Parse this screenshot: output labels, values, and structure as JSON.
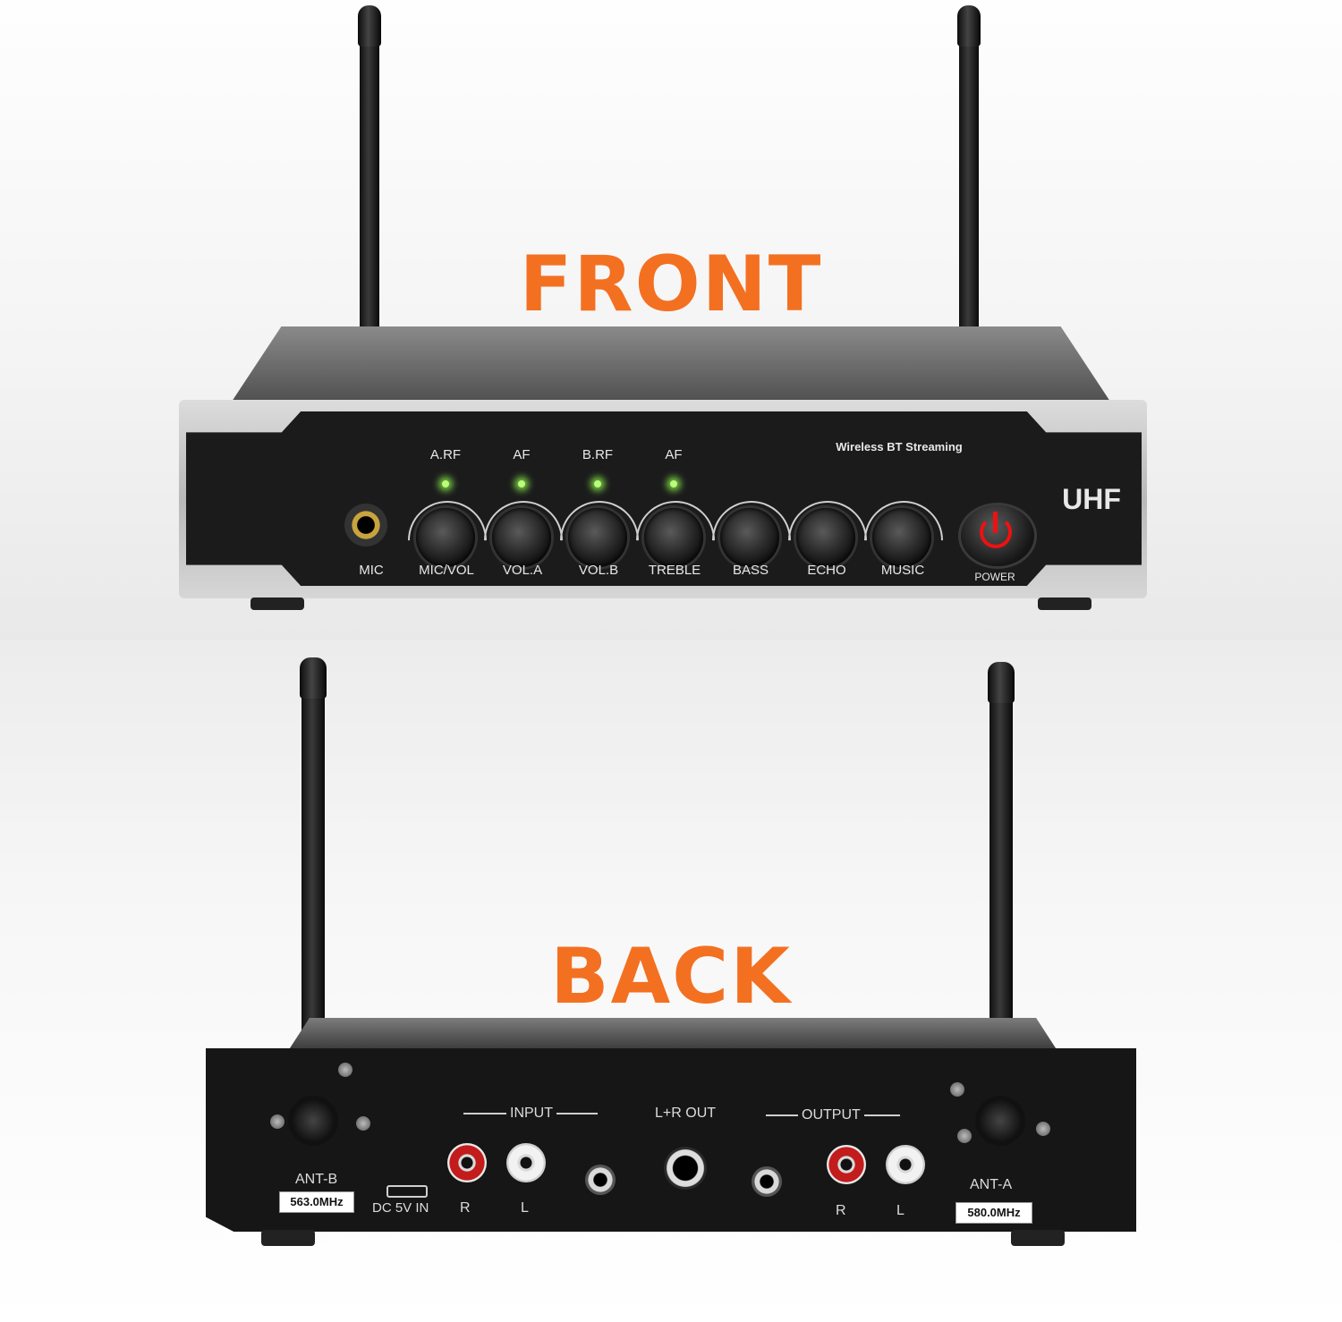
{
  "titles": {
    "front": "FRONT",
    "back": "BACK"
  },
  "colors": {
    "title_orange": "#f37021",
    "led_green": "#b8ff7a",
    "power_red": "#e11111"
  },
  "front": {
    "top_labels": [
      "A.RF",
      "AF",
      "B.RF",
      "AF"
    ],
    "bt_label": "Wireless BT Streaming",
    "brand": "UHF",
    "mic_label": "MIC",
    "knob_labels": [
      "MIC/VOL",
      "VOL.A",
      "VOL.B",
      "TREBLE",
      "BASS",
      "ECHO",
      "MUSIC"
    ],
    "power_label": "POWER"
  },
  "back": {
    "ant_b": "ANT-B",
    "ant_a": "ANT-A",
    "freq_b": "563.0MHz",
    "freq_a": "580.0MHz",
    "dc_label": "DC 5V IN",
    "input_label": "INPUT",
    "output_label": "OUTPUT",
    "lr_out_label": "L+R OUT",
    "in_r": "R",
    "in_l": "L",
    "out_r": "R",
    "out_l": "L"
  }
}
